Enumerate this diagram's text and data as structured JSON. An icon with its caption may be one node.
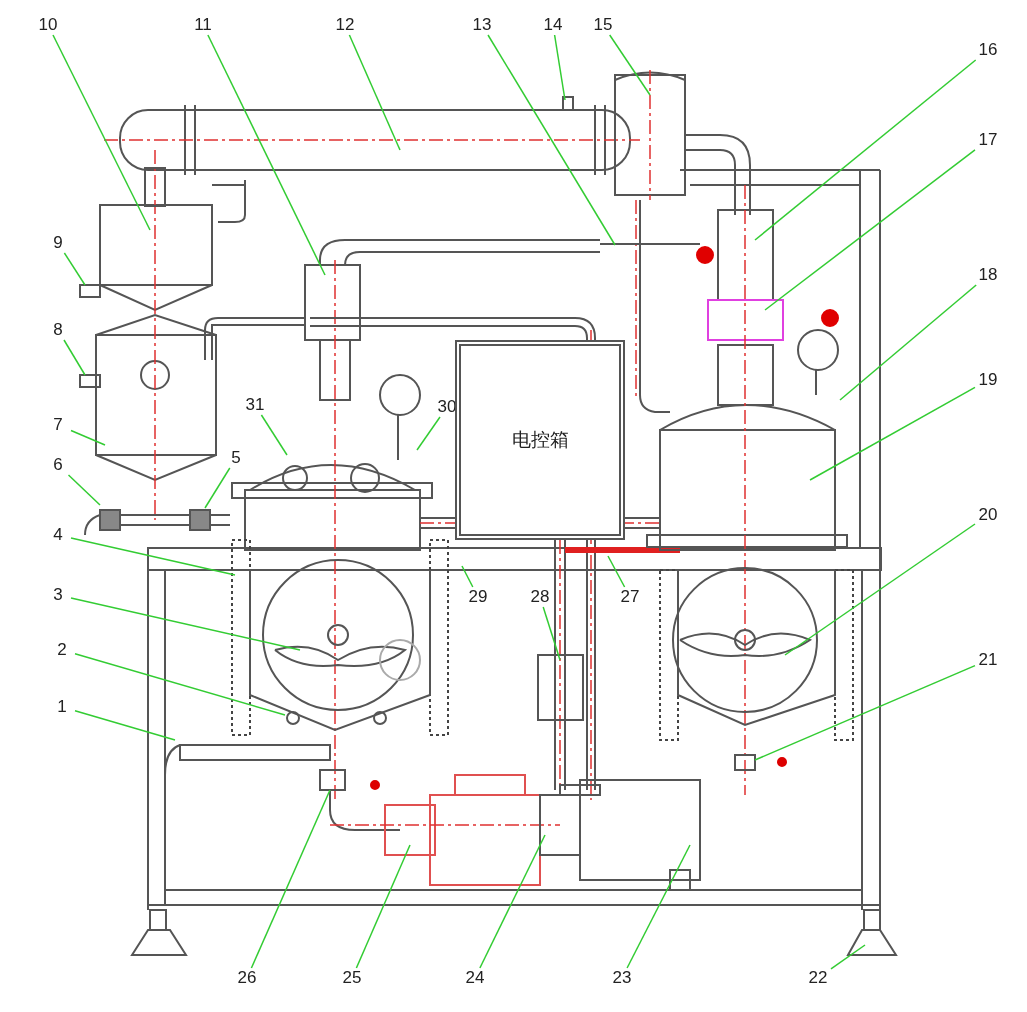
{
  "diagram": {
    "nodes": [
      {
        "text": [
          "1"
        ]
      },
      {
        "text": [
          "2"
        ]
      },
      {
        "text": [
          "3"
        ]
      },
      {
        "text": [
          "4"
        ]
      },
      {
        "text": [
          "5"
        ]
      },
      {
        "text": [
          "6"
        ]
      },
      {
        "text": [
          "7"
        ]
      },
      {
        "text": [
          "8"
        ]
      },
      {
        "text": [
          "9"
        ]
      },
      {
        "text": [
          "10"
        ]
      },
      {
        "text": [
          "11"
        ]
      },
      {
        "text": [
          "12"
        ]
      },
      {
        "text": [
          "13"
        ]
      },
      {
        "text": [
          "14"
        ]
      },
      {
        "text": [
          "15"
        ]
      },
      {
        "text": [
          "16"
        ]
      },
      {
        "text": [
          "17"
        ]
      },
      {
        "text": [
          "18"
        ]
      },
      {
        "text": [
          "19"
        ]
      },
      {
        "text": [
          "20"
        ]
      },
      {
        "text": [
          "21"
        ]
      },
      {
        "text": [
          "22"
        ]
      },
      {
        "text": [
          "23"
        ]
      },
      {
        "text": [
          "24"
        ]
      },
      {
        "text": [
          "25"
        ]
      },
      {
        "text": [
          "26"
        ]
      },
      {
        "text": [
          "27"
        ]
      },
      {
        "text": [
          "28"
        ]
      },
      {
        "text": [
          "29"
        ]
      },
      {
        "text": [
          "30"
        ]
      },
      {
        "text": [
          "31"
        ]
      },
      {
        "text": [
          "电控箱"
        ]
      }
    ],
    "edges": [
      {
        "from": 0,
        "to": null,
        "arrow": "none"
      },
      {
        "from": 1,
        "to": null,
        "arrow": "none"
      },
      {
        "from": 2,
        "to": null,
        "arrow": "none"
      },
      {
        "from": 3,
        "to": null,
        "arrow": "none"
      },
      {
        "from": 4,
        "to": null,
        "arrow": "none"
      },
      {
        "from": 5,
        "to": null,
        "arrow": "none"
      },
      {
        "from": 6,
        "to": null,
        "arrow": "none"
      },
      {
        "from": 7,
        "to": null,
        "arrow": "none"
      },
      {
        "from": 8,
        "to": null,
        "arrow": "none"
      },
      {
        "from": 9,
        "to": null,
        "arrow": "none"
      },
      {
        "from": 10,
        "to": null,
        "arrow": "none"
      },
      {
        "from": 11,
        "to": null,
        "arrow": "none"
      },
      {
        "from": 12,
        "to": null,
        "arrow": "none"
      },
      {
        "from": 13,
        "to": null,
        "arrow": "none"
      },
      {
        "from": 14,
        "to": null,
        "arrow": "none"
      },
      {
        "from": 15,
        "to": null,
        "arrow": "none"
      },
      {
        "from": 16,
        "to": null,
        "arrow": "none"
      },
      {
        "from": 17,
        "to": null,
        "arrow": "none"
      },
      {
        "from": 18,
        "to": null,
        "arrow": "none"
      },
      {
        "from": 19,
        "to": null,
        "arrow": "none"
      },
      {
        "from": 20,
        "to": null,
        "arrow": "none"
      },
      {
        "from": 21,
        "to": null,
        "arrow": "none"
      },
      {
        "from": 22,
        "to": null,
        "arrow": "none"
      },
      {
        "from": 23,
        "to": null,
        "arrow": "none"
      },
      {
        "from": 24,
        "to": null,
        "arrow": "none"
      },
      {
        "from": 25,
        "to": null,
        "arrow": "none"
      },
      {
        "from": 26,
        "to": null,
        "arrow": "none"
      },
      {
        "from": 27,
        "to": null,
        "arrow": "none"
      },
      {
        "from": 28,
        "to": null,
        "arrow": "none"
      },
      {
        "from": 29,
        "to": null,
        "arrow": "none"
      },
      {
        "from": 30,
        "to": null,
        "arrow": "none"
      }
    ]
  }
}
